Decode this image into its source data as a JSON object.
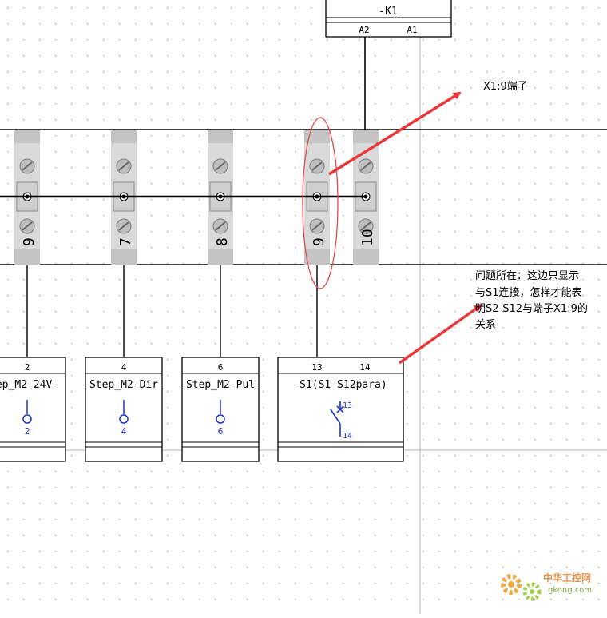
{
  "relay": {
    "name": "-K1",
    "pin_left": "A2",
    "pin_right": "A1"
  },
  "terminals": [
    "9",
    "7",
    "8",
    "9",
    "10"
  ],
  "annotation_top": "X1:9端子",
  "annotation_question": [
    "问题所在：这边只显示",
    "与S1连接，怎样才能表",
    "明S2-S12与端子X1:9的",
    "关系"
  ],
  "connectors": [
    {
      "top_pin": "2",
      "label": "ep_M2-24V-",
      "bottom_pin": "2"
    },
    {
      "top_pin": "4",
      "label": "-Step_M2-Dir-",
      "bottom_pin": "4"
    },
    {
      "top_pin": "6",
      "label": "-Step_M2-Pul-",
      "bottom_pin": "6"
    }
  ],
  "switch": {
    "pin_a": "13",
    "pin_b": "14",
    "label": "-S1(S1 S12para)",
    "contact_top": "13",
    "contact_bottom": "14"
  },
  "watermark": {
    "name": "中华工控网",
    "url": "gkong.com"
  },
  "colors": {
    "arrow": "#e8383b",
    "ellipse": "#e04a4a",
    "symbol": "#1a33cc",
    "terminal": "#d9d9d9"
  }
}
